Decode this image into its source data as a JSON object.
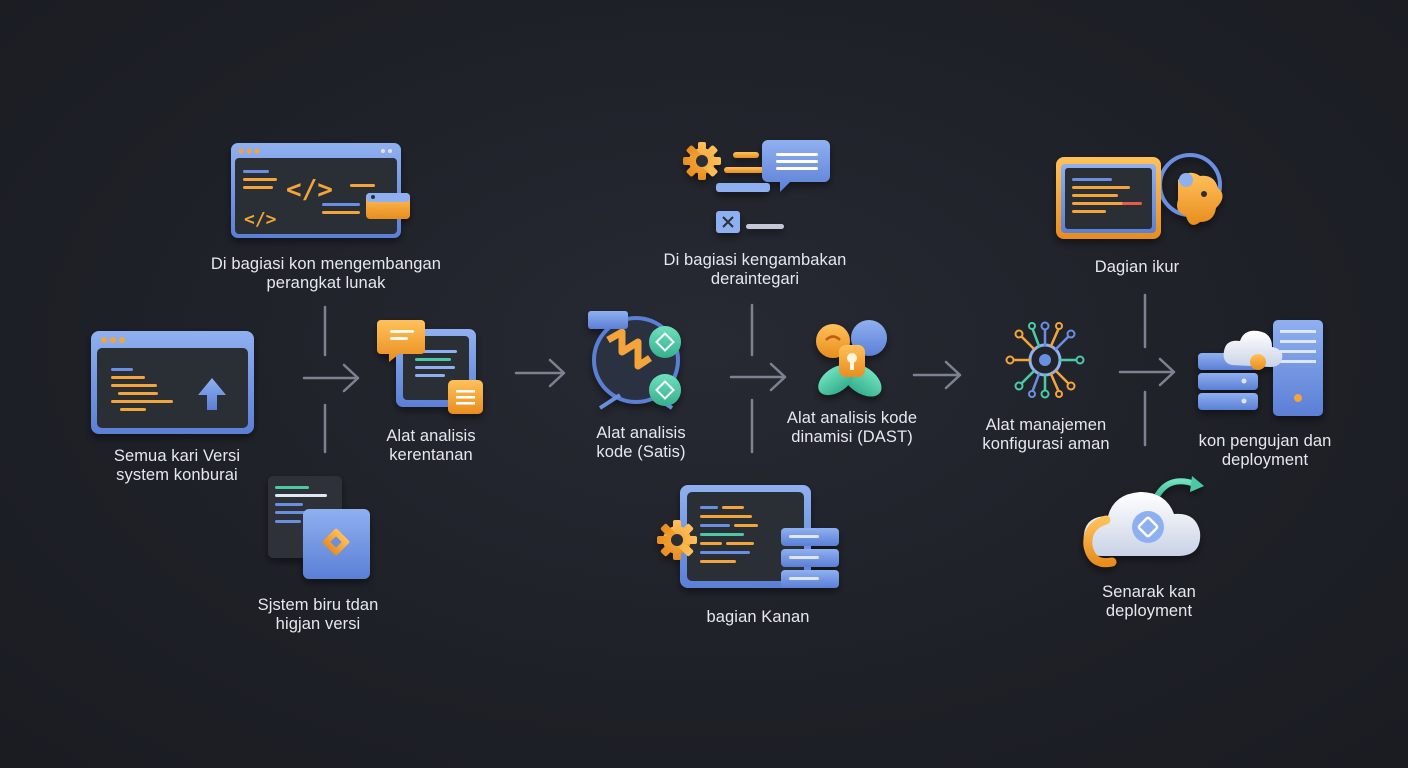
{
  "colors": {
    "background": "#1f2128",
    "blue": "#6a8fe0",
    "blue_light": "#8fb0f0",
    "orange": "#f3a43a",
    "orange_dark": "#e38a1e",
    "green": "#4cc9a6",
    "panel": "#2b2e36",
    "connector": "#7d8290",
    "text": "#e6e8ee"
  },
  "nodes": {
    "dev_section": {
      "label": "Di bagiasi kon mengembangan\nperangkat lunak",
      "icon": "code-window-icon"
    },
    "version_control": {
      "label": "Semua kari Versi\nsystem konburai",
      "icon": "upload-window-icon"
    },
    "version_system": {
      "label": "Sjstem biru tdan\nhigjan versi",
      "icon": "version-docs-icon"
    },
    "vuln_tools": {
      "label": "Alat analisis\nkerentanan",
      "icon": "document-notes-icon"
    },
    "sast": {
      "label": "Alat analisis\nkode (Satis)",
      "icon": "analysis-gauge-icon"
    },
    "integration_section": {
      "label": "Di bagiasi kengambakan\nderaintegari",
      "icon": "gear-chat-icon"
    },
    "dast": {
      "label": "Alat analisis kode\ndinamisi (DAST)",
      "icon": "lock-network-icon"
    },
    "right_section": {
      "label": "bagian Kanan",
      "icon": "code-server-icon"
    },
    "config_tools": {
      "label": "Alat manajemen\nkonfigurasi aman",
      "icon": "circuit-hub-icon"
    },
    "measure_section": {
      "label": "Dagian ikur",
      "icon": "dashboard-monitor-icon"
    },
    "test_deploy": {
      "label": "kon pengujan dan\ndeployment",
      "icon": "cloud-server-icon"
    },
    "deploy_spread": {
      "label": "Senarak kan\ndeployment",
      "icon": "cloud-sync-icon"
    }
  }
}
